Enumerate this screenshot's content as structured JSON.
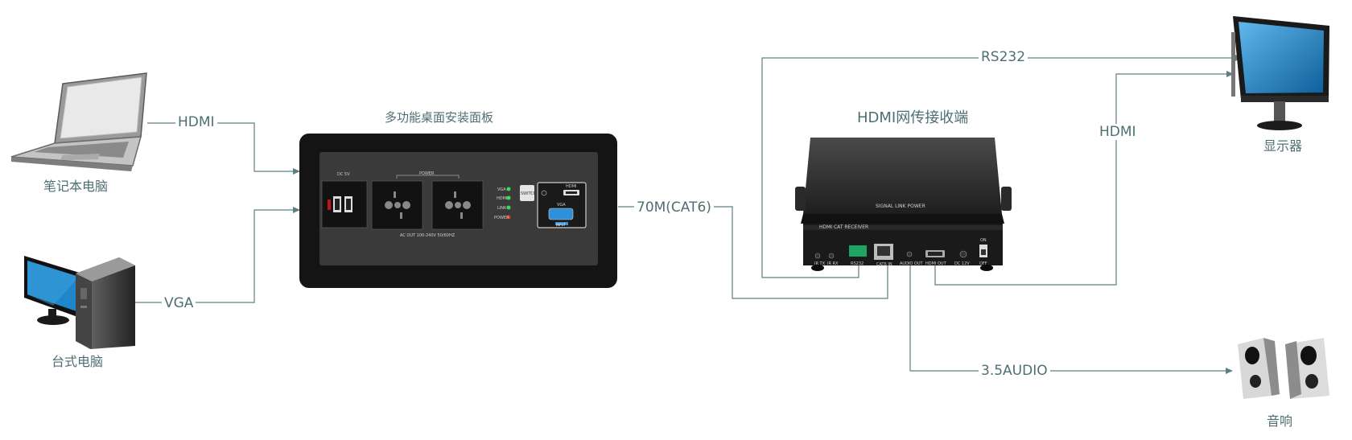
{
  "devices": {
    "laptop": "笔记本电脑",
    "desktop": "台式电脑",
    "panel": "多功能桌面安装面板",
    "receiver": "HDMI网传接收端",
    "monitor": "显示器",
    "speakers": "音响"
  },
  "connections": {
    "laptop_link": "HDMI",
    "desktop_link": "VGA",
    "cat_link": "70M(CAT6)",
    "rs232_link": "RS232",
    "hdmi_out_link": "HDMI",
    "audio_link": "3.5AUDIO"
  },
  "panel_face": {
    "dc_label": "DC 5V",
    "power_label": "POWER",
    "ac_label": "AC OUT 100-240V 50/60HZ",
    "switch_label": "SWITCH",
    "hdmi_port_label": "HDMI",
    "vga_label": "VGA",
    "input_label": "INPUT",
    "led_labels": [
      "VGA",
      "HDMI",
      "LINK",
      "POWER"
    ]
  },
  "receiver_face": {
    "top_label": "SIGNAL  LINK  POWER",
    "model_label": "HDMI CAT RECEIVER",
    "port_labels": [
      "IR TX",
      "IR RX",
      "RS232",
      "CAT6 IN",
      "AUDIO OUT",
      "HDMI OUT",
      "DC 12V",
      "OFF"
    ],
    "switch_on": "ON"
  },
  "colors": {
    "line": "#5d7f82",
    "label": "#4e6f72",
    "panel_body": "#141414",
    "panel_face": "#3a3a3a",
    "monitor_screen": "#1d86c8"
  }
}
